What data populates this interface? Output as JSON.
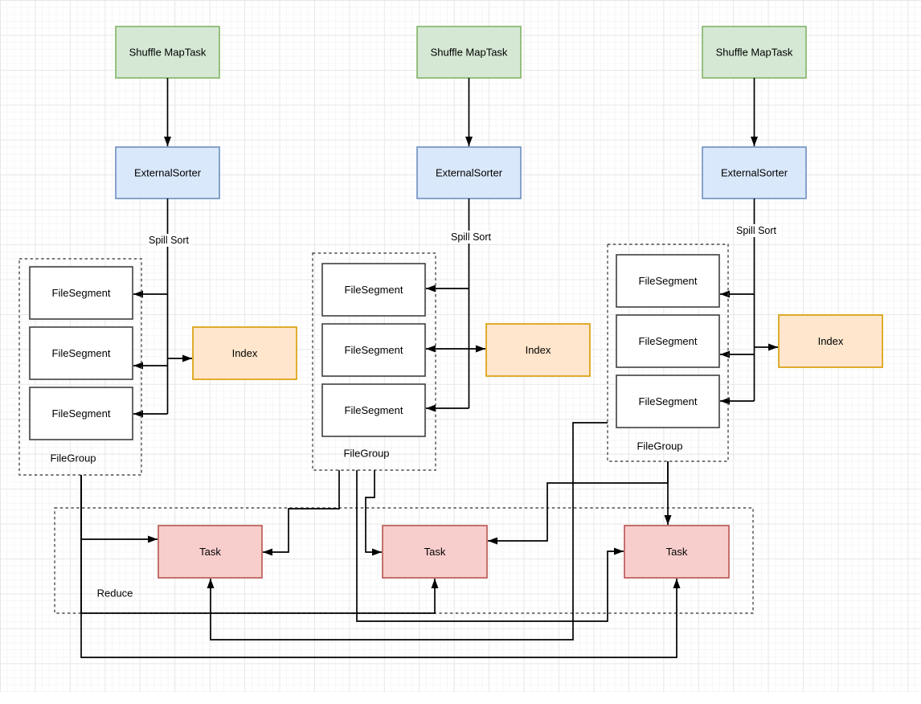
{
  "diagram": {
    "columns": [
      {
        "map_task": "Shuffle MapTask",
        "sorter": "ExternalSorter",
        "spill_label": "Spill Sort",
        "segments": [
          "FileSegment",
          "FileSegment",
          "FileSegment"
        ],
        "group_label": "FileGroup",
        "index_label": "Index"
      },
      {
        "map_task": "Shuffle MapTask",
        "sorter": "ExternalSorter",
        "spill_label": "Spill Sort",
        "segments": [
          "FileSegment",
          "FileSegment",
          "FileSegment"
        ],
        "group_label": "FileGroup",
        "index_label": "Index"
      },
      {
        "map_task": "Shuffle MapTask",
        "sorter": "ExternalSorter",
        "spill_label": "Spill Sort",
        "segments": [
          "FileSegment",
          "FileSegment",
          "FileSegment"
        ],
        "group_label": "FileGroup",
        "index_label": "Index"
      }
    ],
    "reduce": {
      "label": "Reduce",
      "tasks": [
        "Task",
        "Task",
        "Task"
      ]
    },
    "colors": {
      "map_task_fill": "#d5e8d4",
      "map_task_border": "#82b366",
      "sorter_fill": "#dae8fc",
      "sorter_border": "#6c8ebf",
      "index_fill": "#ffe6cc",
      "index_border": "#d79b00",
      "task_fill": "#f8cecc",
      "task_border": "#b85450",
      "segment_fill": "#ffffff",
      "segment_border": "#404040",
      "edge_color": "#000000",
      "grid_line": "#e8e8e8"
    }
  }
}
